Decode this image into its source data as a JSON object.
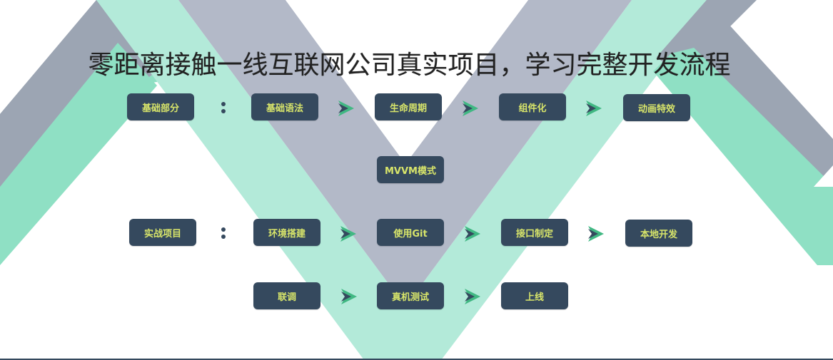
{
  "title": "零距离接触一线互联网公司真实项目，学习完整开发流程",
  "colors": {
    "box_bg": "#35495e",
    "box_text": "#d8e56a",
    "accent_green": "#41b883",
    "light_green": "#b3ead9",
    "mid_green": "#8fe0c4",
    "light_gray": "#b3b9c8",
    "dark_gray": "#9ca5b3"
  },
  "sections": [
    {
      "label": "基础部分",
      "separator_icon": "colon-icon",
      "steps": [
        "基础语法",
        "生命周期",
        "组件化",
        "动画特效"
      ],
      "sub_step": "MVVM模式"
    },
    {
      "label": "实战项目",
      "separator_icon": "colon-icon",
      "steps": [
        "环境搭建",
        "使用Git",
        "接口制定",
        "本地开发"
      ],
      "steps_row2": [
        "联调",
        "真机测试",
        "上线"
      ]
    }
  ],
  "arrow_icon": "chevron-right-icon"
}
